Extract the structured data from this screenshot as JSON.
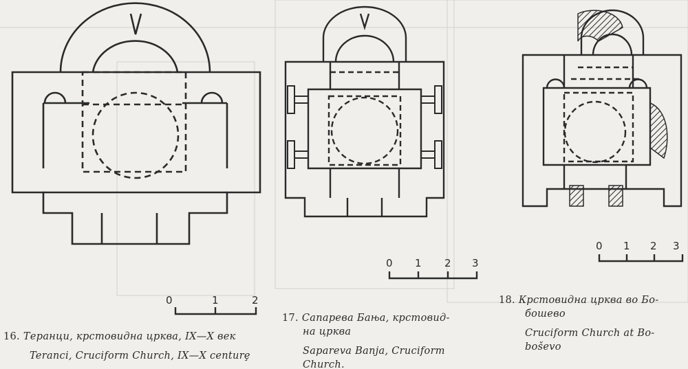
{
  "figures": [
    {
      "number": "16.",
      "title_mk": "Теранци, крстовидна црква, IX—X век",
      "title_en": "Teranci, Cruciform Church, IX—X centurȩ",
      "scale": [
        "0",
        "1",
        "2"
      ]
    },
    {
      "number": "17.",
      "title_mk_1": "Сапарева Бања, крстовид-",
      "title_mk_2": "на црква",
      "title_en_1": "Sapareva Banja, Cruciform",
      "title_en_2": "Church.",
      "scale": [
        "0",
        "1",
        "2",
        "3"
      ]
    },
    {
      "number": "18.",
      "title_mk_1": "Крстовидна црква во Бо-",
      "title_mk_2": "бошево",
      "title_en_1": "Cruciform Church at Bo-",
      "title_en_2": "boševo",
      "scale": [
        "0",
        "1",
        "2",
        "3"
      ]
    }
  ],
  "colors": {
    "ink": "#2a2a2a",
    "paper": "#f0efeb",
    "ghost": "#cfcdc7"
  }
}
